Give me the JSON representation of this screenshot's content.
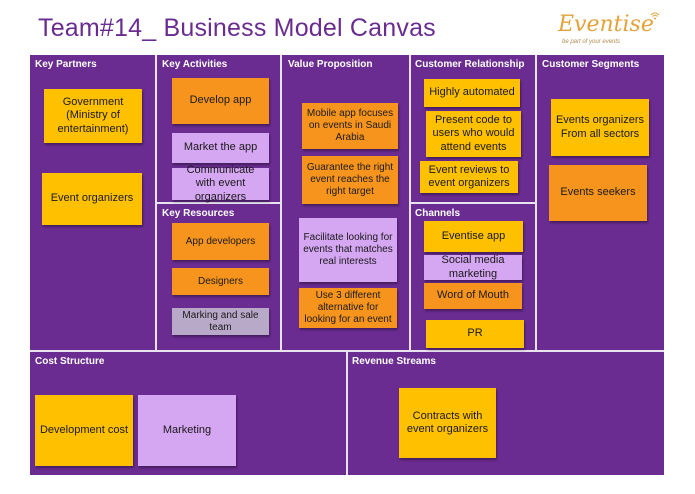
{
  "title": "Team#14_ Business Model Canvas",
  "logo": {
    "word": "Eventise",
    "tagline": "be part of your events"
  },
  "colors": {
    "canvas": "#6a2c91",
    "yellow": "#ffc000",
    "orange": "#f7941d",
    "lavender": "#d5a6f2",
    "grey": "#b9a9c9"
  },
  "sections": {
    "key_partners": "Key Partners",
    "key_activities": "Key Activities",
    "key_resources": "Key Resources",
    "value_proposition": "Value Proposition",
    "customer_relationship": "Customer Relationship",
    "channels": "Channels",
    "customer_segments": "Customer Segments",
    "cost_structure": "Cost Structure",
    "revenue_streams": "Revenue Streams"
  },
  "notes": {
    "kp_government": "Government (Ministry of entertainment)",
    "kp_event_organizers": "Event organizers",
    "ka_develop_app": "Develop app",
    "ka_market_app": "Market the app",
    "ka_communicate": "Communicate with event organizers",
    "kr_app_developers": "App developers",
    "kr_designers": "Designers",
    "kr_marking": "Marking and sale team",
    "vp_mobile_app": "Mobile app focuses on events in Saudi Arabia",
    "vp_guarantee": "Guarantee the right event reaches the right target",
    "vp_facilitate": "Facilitate looking for events that matches real interests",
    "vp_alternatives": "Use 3 different alternative for looking for an event",
    "cr_automated": "Highly automated",
    "cr_present_code": "Present code to users who would attend events",
    "cr_event_reviews": "Event reviews to event organizers",
    "ch_eventise_app": "Eventise app",
    "ch_social_media": "Social media marketing",
    "ch_word_of_mouth": "Word of Mouth",
    "ch_pr": "PR",
    "cs_events_organizers": "Events organizers From all sectors",
    "cs_events_seekers": "Events seekers",
    "cost_development": "Development cost",
    "cost_marketing": "Marketing",
    "rev_contracts": "Contracts with event organizers"
  }
}
